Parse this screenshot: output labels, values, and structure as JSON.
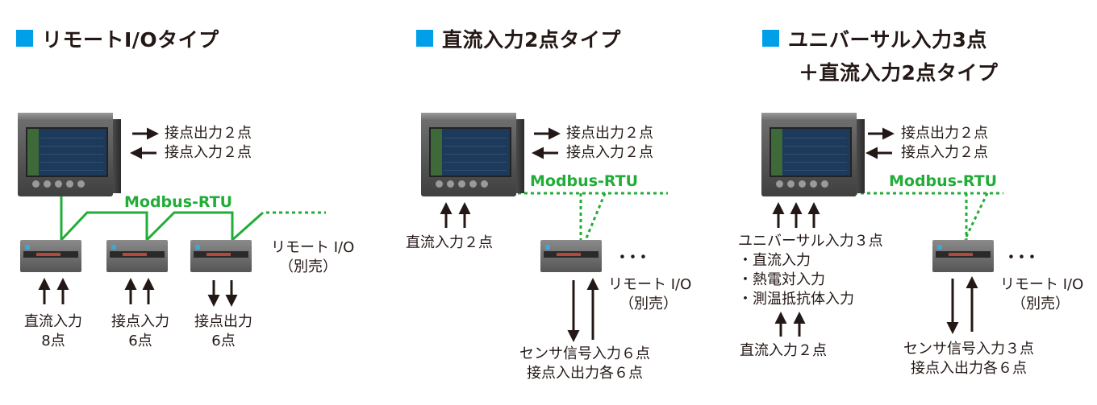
{
  "accent_color": "#00a0e9",
  "link_color": "#22ac38",
  "panels": {
    "remote_io": {
      "title": "リモートI/Oタイプ",
      "out_label": "接点出力２点",
      "in_label": "接点入力２点",
      "bus_label": "Modbus-RTU",
      "remote_io_label": "リモート I/O",
      "remote_io_sub": "（別売）",
      "io1_label1": "直流入力",
      "io1_label2": "8点",
      "io2_label1": "接点入力",
      "io2_label2": "6点",
      "io3_label1": "接点出力",
      "io3_label2": "6点"
    },
    "dc2": {
      "title": "直流入力2点タイプ",
      "out_label": "接点出力２点",
      "in_label": "接点入力２点",
      "bus_label": "Modbus-RTU",
      "dc_label": "直流入力２点",
      "ellipsis": "･･･",
      "remote_io_label": "リモート I/O",
      "remote_io_sub": "（別売）",
      "sensor_label1": "センサ信号入力６点",
      "sensor_label2": "接点入出力各６点"
    },
    "universal": {
      "title1": "ユニバーサル入力3点",
      "title2": "＋直流入力2点タイプ",
      "out_label": "接点出力２点",
      "in_label": "接点入力２点",
      "bus_label": "Modbus-RTU",
      "univ_label": "ユニバーサル入力３点",
      "bullet1": "・直流入力",
      "bullet2": "・熱電対入力",
      "bullet3": "・測温抵抗体入力",
      "dc_label": "直流入力２点",
      "ellipsis": "･･･",
      "remote_io_label": "リモート I/O",
      "remote_io_sub": "（別売）",
      "sensor_label1": "センサ信号入力３点",
      "sensor_label2": "接点入出力各６点"
    }
  }
}
